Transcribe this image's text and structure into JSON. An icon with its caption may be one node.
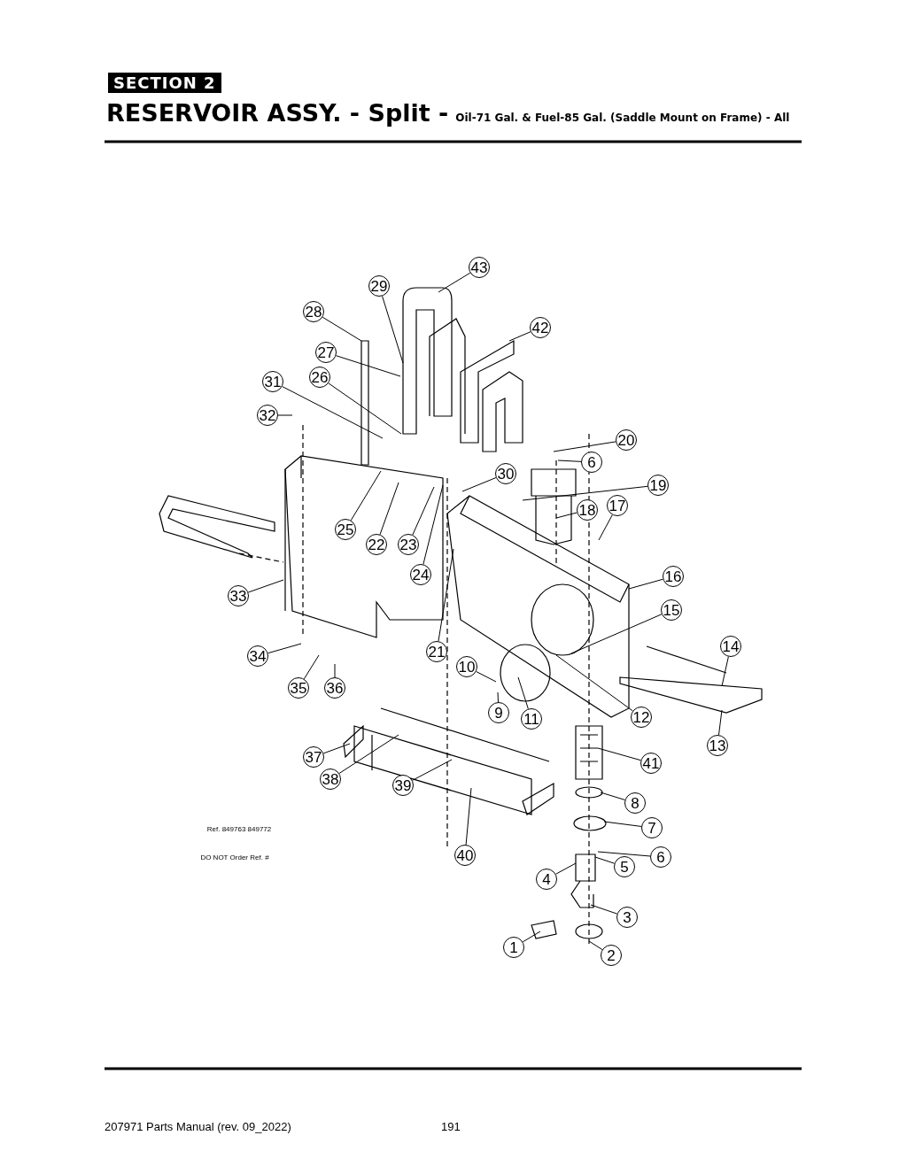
{
  "diagram": {
    "title": "RESERVOIR ASSY. - Split -",
    "nodes": [
      {
        "text": [
          "43"
        ]
      },
      {
        "text": [
          "29"
        ]
      },
      {
        "text": [
          "28"
        ]
      },
      {
        "text": [
          "42"
        ]
      },
      {
        "text": [
          "27"
        ]
      },
      {
        "text": [
          "26"
        ]
      },
      {
        "text": [
          "31"
        ]
      },
      {
        "text": [
          "32"
        ]
      },
      {
        "text": [
          "20"
        ]
      },
      {
        "text": [
          "6"
        ]
      },
      {
        "text": [
          "30"
        ]
      },
      {
        "text": [
          "19"
        ]
      },
      {
        "text": [
          "18"
        ]
      },
      {
        "text": [
          "17"
        ]
      },
      {
        "text": [
          "16"
        ]
      },
      {
        "text": [
          "25"
        ]
      },
      {
        "text": [
          "22"
        ]
      },
      {
        "text": [
          "23"
        ]
      },
      {
        "text": [
          "24"
        ]
      },
      {
        "text": [
          "33"
        ]
      },
      {
        "text": [
          "15"
        ]
      },
      {
        "text": [
          "14"
        ]
      },
      {
        "text": [
          "21"
        ]
      },
      {
        "text": [
          "34"
        ]
      },
      {
        "text": [
          "10"
        ]
      },
      {
        "text": [
          "35"
        ]
      },
      {
        "text": [
          "36"
        ]
      },
      {
        "text": [
          "9"
        ]
      },
      {
        "text": [
          "11"
        ]
      },
      {
        "text": [
          "12"
        ]
      },
      {
        "text": [
          "13"
        ]
      },
      {
        "text": [
          "37"
        ]
      },
      {
        "text": [
          "41"
        ]
      },
      {
        "text": [
          "38"
        ]
      },
      {
        "text": [
          "39"
        ]
      },
      {
        "text": [
          "8"
        ]
      },
      {
        "text": [
          "40"
        ]
      },
      {
        "text": [
          "7"
        ]
      },
      {
        "text": [
          "6"
        ]
      },
      {
        "text": [
          "5"
        ]
      },
      {
        "text": [
          "4"
        ]
      },
      {
        "text": [
          "3"
        ]
      },
      {
        "text": [
          "1"
        ]
      },
      {
        "text": [
          "2"
        ]
      }
    ],
    "edges": [
      {
        "from": 0,
        "to": null,
        "arrow": "none"
      },
      {
        "from": 1,
        "to": null,
        "arrow": "none"
      },
      {
        "from": 2,
        "to": null,
        "arrow": "none"
      },
      {
        "from": 3,
        "to": null,
        "arrow": "none"
      },
      {
        "from": 4,
        "to": null,
        "arrow": "none"
      },
      {
        "from": 5,
        "to": null,
        "arrow": "none"
      },
      {
        "from": 6,
        "to": null,
        "arrow": "none"
      },
      {
        "from": 7,
        "to": null,
        "arrow": "none"
      },
      {
        "from": 8,
        "to": null,
        "arrow": "none"
      },
      {
        "from": 9,
        "to": null,
        "arrow": "none"
      },
      {
        "from": 10,
        "to": null,
        "arrow": "none"
      },
      {
        "from": 11,
        "to": null,
        "arrow": "none"
      },
      {
        "from": 12,
        "to": null,
        "arrow": "none"
      },
      {
        "from": 13,
        "to": null,
        "arrow": "none"
      },
      {
        "from": 14,
        "to": null,
        "arrow": "none"
      },
      {
        "from": 15,
        "to": null,
        "arrow": "none"
      },
      {
        "from": 16,
        "to": null,
        "arrow": "none"
      },
      {
        "from": 17,
        "to": null,
        "arrow": "none"
      },
      {
        "from": 18,
        "to": null,
        "arrow": "none"
      },
      {
        "from": 19,
        "to": null,
        "arrow": "none"
      },
      {
        "from": 20,
        "to": null,
        "arrow": "none"
      },
      {
        "from": 21,
        "to": null,
        "arrow": "none"
      },
      {
        "from": 22,
        "to": null,
        "arrow": "none"
      },
      {
        "from": 23,
        "to": null,
        "arrow": "none"
      },
      {
        "from": 24,
        "to": null,
        "arrow": "none"
      },
      {
        "from": 25,
        "to": null,
        "arrow": "none"
      },
      {
        "from": 26,
        "to": null,
        "arrow": "none"
      },
      {
        "from": 27,
        "to": null,
        "arrow": "none"
      },
      {
        "from": 28,
        "to": null,
        "arrow": "none"
      },
      {
        "from": 29,
        "to": null,
        "arrow": "none"
      },
      {
        "from": 30,
        "to": null,
        "arrow": "none"
      },
      {
        "from": 31,
        "to": null,
        "arrow": "none"
      },
      {
        "from": 32,
        "to": null,
        "arrow": "none"
      },
      {
        "from": 33,
        "to": null,
        "arrow": "none"
      },
      {
        "from": 34,
        "to": null,
        "arrow": "none"
      },
      {
        "from": 35,
        "to": null,
        "arrow": "none"
      },
      {
        "from": 36,
        "to": null,
        "arrow": "none"
      },
      {
        "from": 37,
        "to": null,
        "arrow": "none"
      },
      {
        "from": 38,
        "to": null,
        "arrow": "none"
      },
      {
        "from": 39,
        "to": null,
        "arrow": "none"
      },
      {
        "from": 40,
        "to": null,
        "arrow": "none"
      },
      {
        "from": 41,
        "to": null,
        "arrow": "none"
      },
      {
        "from": 42,
        "to": null,
        "arrow": "none"
      },
      {
        "from": 43,
        "to": null,
        "arrow": "none"
      }
    ],
    "labels": [
      "SECTION 2",
      "Oil-71 Gal. & Fuel-85 Gal. (Saddle Mount on Frame) - All",
      "Ref. 849763 849772",
      "DO NOT Order Ref. #",
      "207971 Parts Manual (rev. 09_2022)",
      "191"
    ]
  }
}
